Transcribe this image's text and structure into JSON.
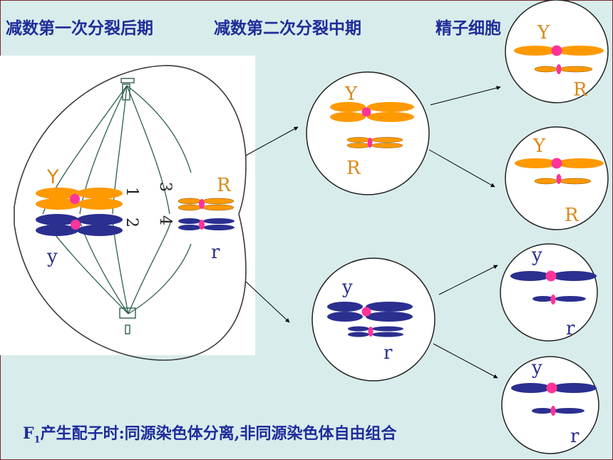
{
  "headers": {
    "meiosis1_anaphase": "减数第一次分裂后期",
    "meiosis2_metaphase": "减数第二次分裂中期",
    "sperm_cell": "精子细胞"
  },
  "caption": {
    "prefix": "F",
    "subscript": "1",
    "text": "产生配子时:同源染色体分离,非同源染色体自由组合"
  },
  "big_cell": {
    "allele_Y": "Y",
    "allele_y": "y",
    "allele_R": "R",
    "allele_r": "r",
    "num_1": "1",
    "num_2": "2",
    "num_3": "3",
    "num_4": "4"
  },
  "mid_cells": [
    {
      "top_label": "Y",
      "bottom_label": "R"
    },
    {
      "top_label": "y",
      "bottom_label": "r"
    }
  ],
  "sperm_cells": [
    {
      "top_label": "Y",
      "bottom_label": "R"
    },
    {
      "top_label": "Y",
      "bottom_label": "R"
    },
    {
      "top_label": "y",
      "bottom_label": "r"
    },
    {
      "top_label": "y",
      "bottom_label": "r"
    }
  ],
  "colors": {
    "background": "#d9ecec",
    "orange": "#ff9900",
    "navy": "#2b2f8f",
    "centromere": "#ff3399",
    "heading": "#1f2d9a",
    "orange_text": "#d98a1a",
    "blue_text": "#2a2e8c"
  }
}
